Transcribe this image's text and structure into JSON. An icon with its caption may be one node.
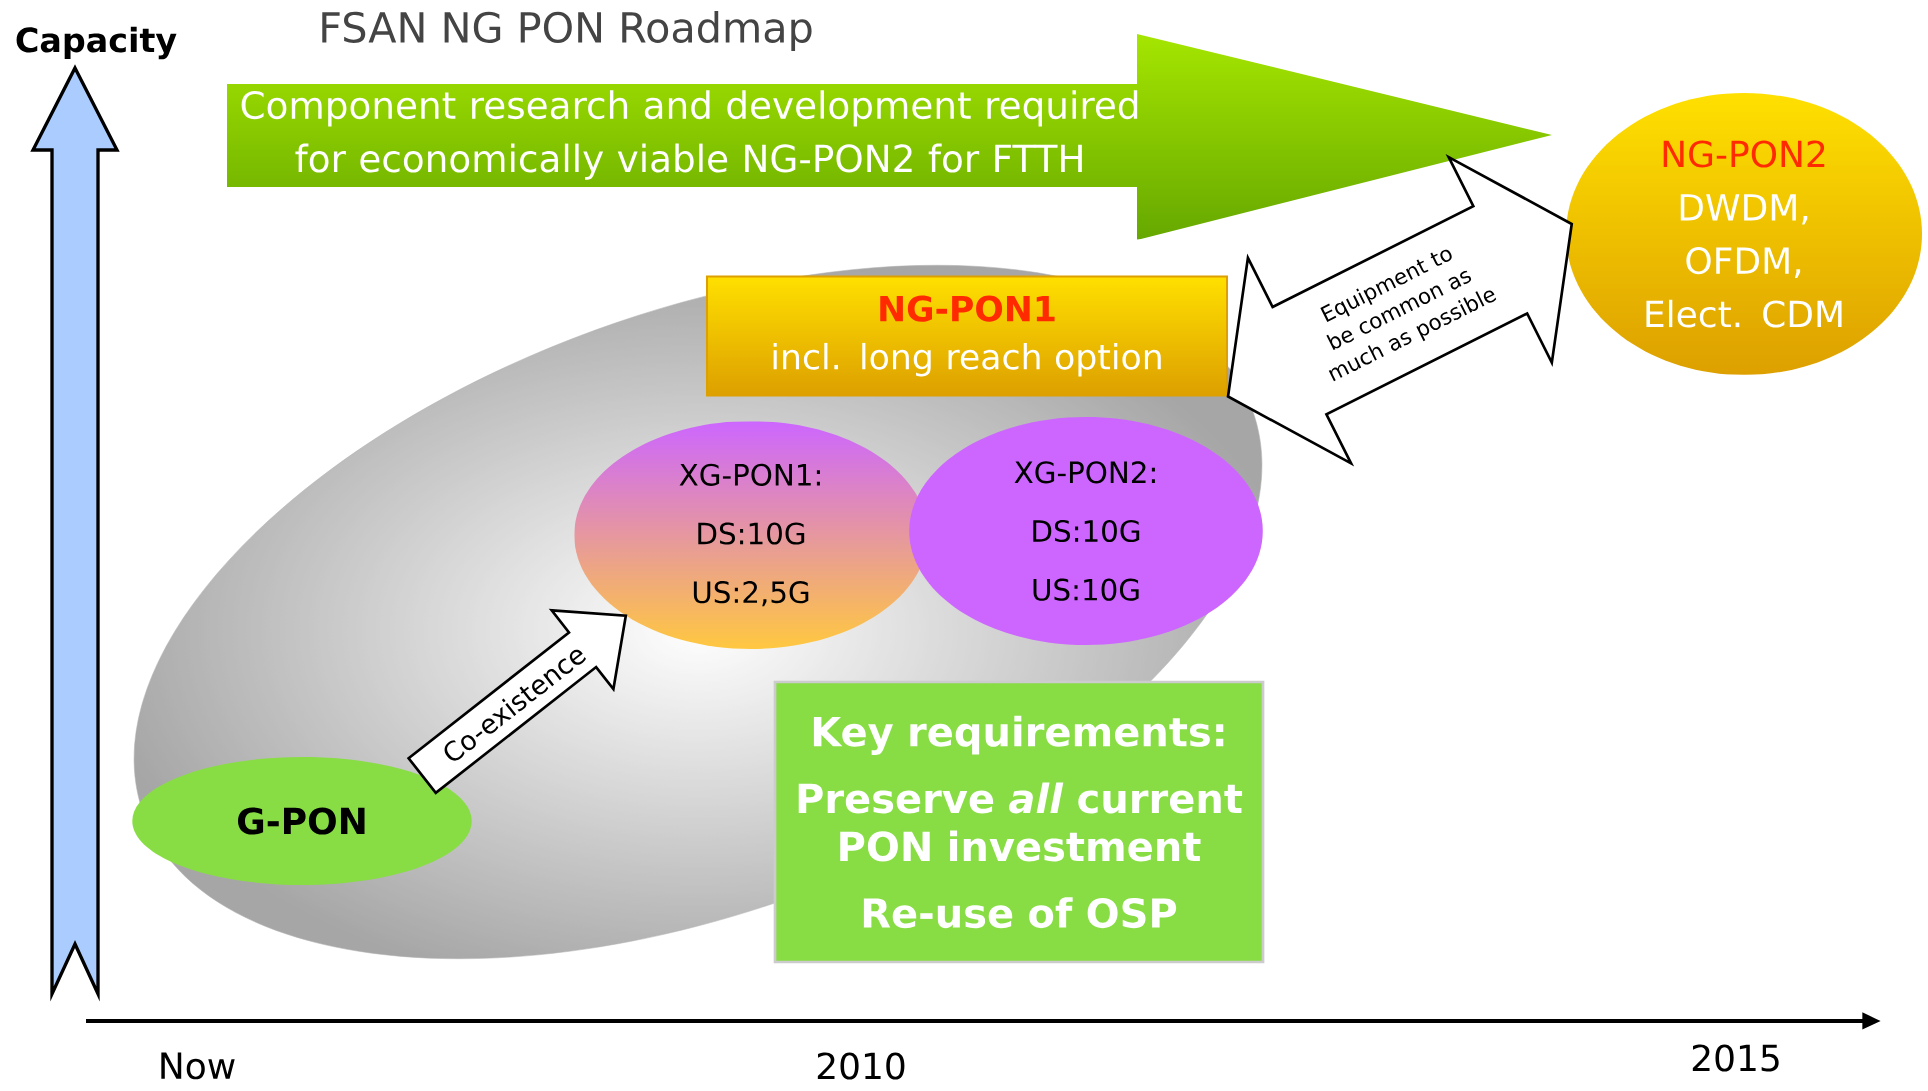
{
  "diagram": {
    "title": "FSAN NG PON Roadmap",
    "nodes": [
      {
        "text": [
          "Component research and development required for economically viable NG-PON2 for FTTH"
        ]
      },
      {
        "text": [
          "NG-PON2",
          "DWDM, OFDM, Elect. CDM"
        ]
      },
      {
        "text": [
          "NG-PON1",
          "incl. long reach option"
        ]
      },
      {
        "text": [
          "XG-PON1:",
          "DS:10G",
          "US:2,5G"
        ]
      },
      {
        "text": [
          "XG-PON2:",
          "DS:10G",
          "US:10G"
        ]
      },
      {
        "text": [
          "G-PON"
        ]
      },
      {
        "text": [
          "Key requirements:",
          "Preserve *all* current PON investment",
          "Re-use of OSP"
        ]
      }
    ],
    "edges": [
      {
        "from": 5,
        "to": 3,
        "arrow": "to",
        "label": "Co-existence",
        "style": "thick"
      },
      {
        "from": 2,
        "to": 1,
        "arrow": "both",
        "label": "Equipment to be common as much as possible",
        "style": "thick"
      }
    ],
    "labels": [
      "Capacity",
      "Now",
      "2010",
      "2015"
    ]
  }
}
